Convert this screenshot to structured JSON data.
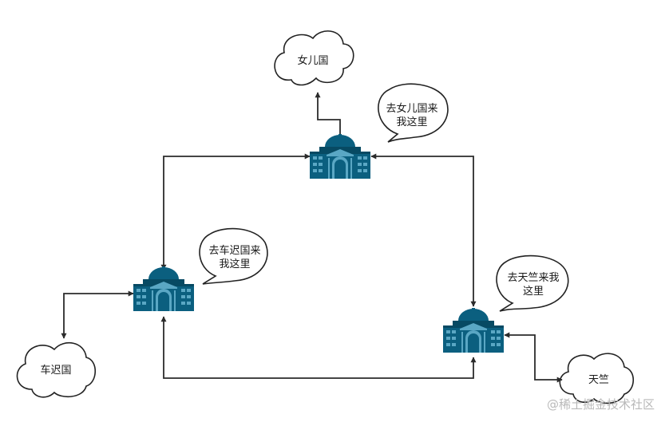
{
  "nodes": {
    "cloud_nvguo": "女儿国",
    "cloud_cheqi": "车迟国",
    "cloud_tianzhu": "天竺"
  },
  "bubbles": {
    "nvguo": [
      "去女儿国来",
      "我这里"
    ],
    "cheqi": [
      "去车迟国来",
      "我这里"
    ],
    "tianzhu": [
      "去天竺来我",
      "这里"
    ]
  },
  "watermark": "@稀土掘金技术社区",
  "colors": {
    "building": "#0b5f7f",
    "building_dark": "#074a63",
    "window": "#5aa7c4",
    "line": "#2b2b2b"
  }
}
